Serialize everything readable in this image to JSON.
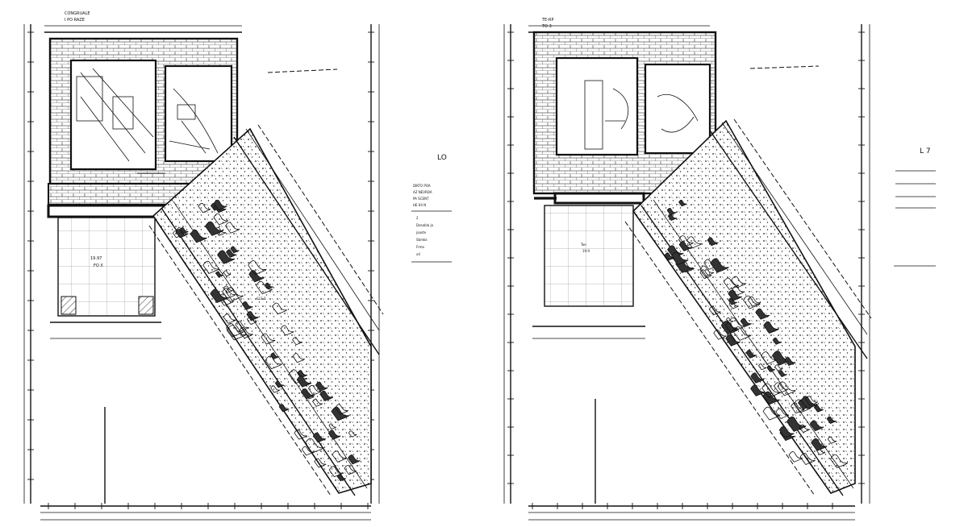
{
  "plans": [
    {
      "id": "left",
      "title_lines": [
        "CONGRUALE",
        "I PO RAZE"
      ],
      "room_labels": [
        "19.97",
        "FO X",
        "CLS 2"
      ],
      "legend": {
        "heading": "LO",
        "lines": [
          "DIKTO POA",
          "AZ NEVRDA",
          "PA SCENT",
          "HE 04 N"
        ],
        "items": [
          "2",
          "Desabla ja",
          "joaste",
          "Sbmbs",
          "Frmo",
          "x4"
        ]
      }
    },
    {
      "id": "right",
      "title_lines": [
        "TE-RP",
        "TO 3"
      ],
      "room_labels": [
        "Toe",
        "19.9"
      ],
      "legend": {
        "heading": "L 7",
        "lines": [
          "",
          "",
          ""
        ],
        "items": [
          "",
          "",
          "",
          "",
          ""
        ]
      }
    }
  ]
}
